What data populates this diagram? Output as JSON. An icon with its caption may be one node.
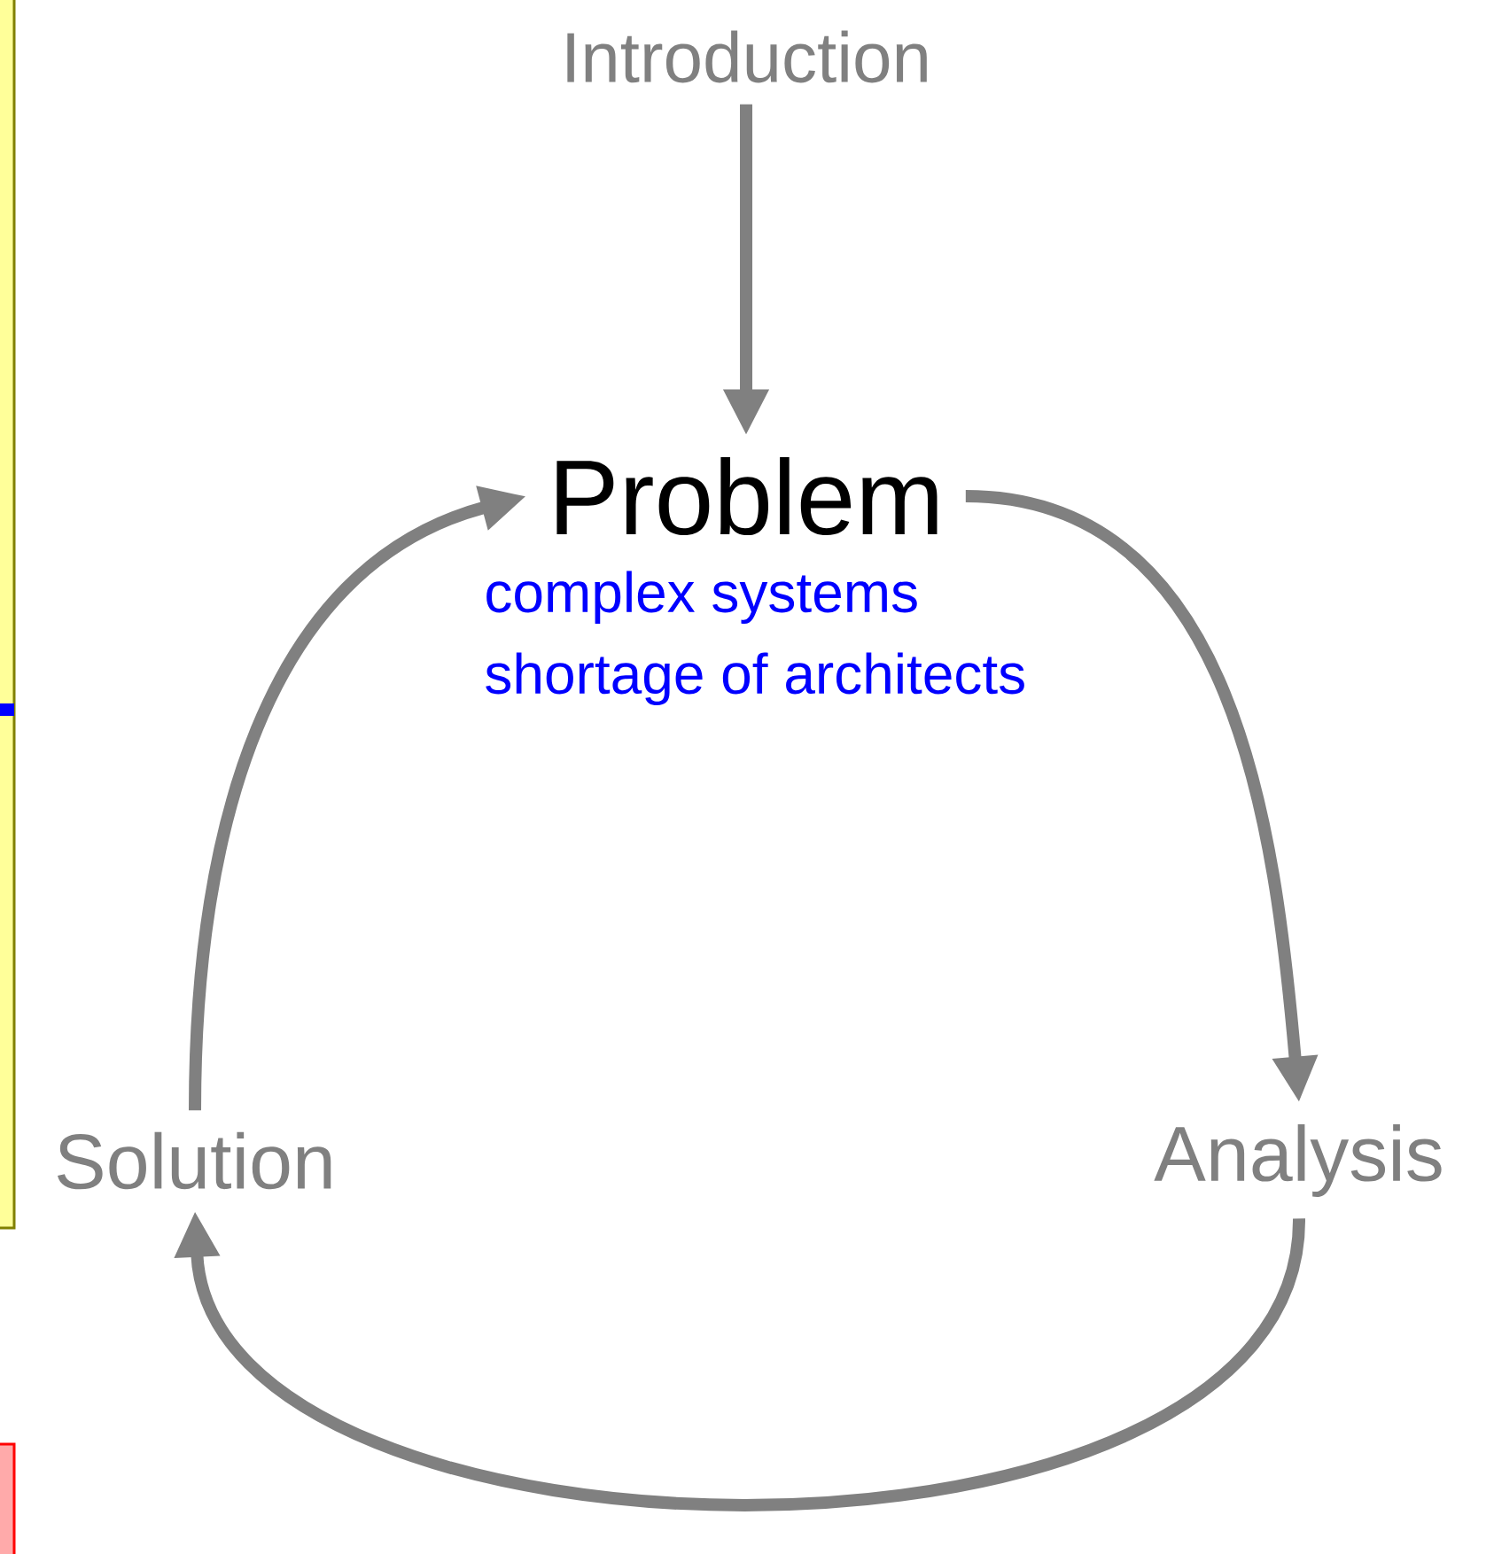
{
  "diagram": {
    "nodes": [
      {
        "text": [
          "Introduction"
        ]
      },
      {
        "text": [
          "Problem"
        ],
        "beside": [
          "complex systems",
          "shortage of architects"
        ]
      },
      {
        "text": [
          "Analysis"
        ]
      },
      {
        "text": [
          "Solution"
        ]
      }
    ],
    "edges": [
      {
        "from": 0,
        "to": 1,
        "arrow": "to"
      },
      {
        "from": 1,
        "to": 2,
        "arrow": "to"
      },
      {
        "from": 2,
        "to": 3,
        "arrow": "to"
      },
      {
        "from": 3,
        "to": 1,
        "arrow": "to"
      }
    ]
  }
}
